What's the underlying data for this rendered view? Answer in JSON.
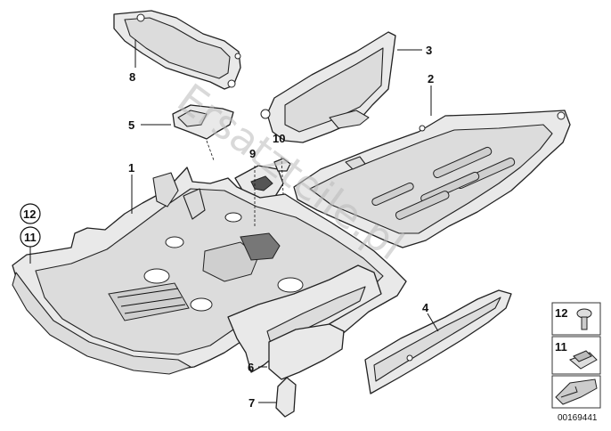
{
  "callouts": {
    "c1": "1",
    "c2": "2",
    "c3": "3",
    "c4": "4",
    "c5": "5",
    "c6": "6",
    "c7": "7",
    "c8": "8",
    "c9": "9",
    "c10": "10",
    "c11": "11",
    "c12": "12"
  },
  "legend": {
    "item12": "12",
    "item11": "11"
  },
  "reference_number": "00169441",
  "watermark": "Ersatzteile.pl"
}
